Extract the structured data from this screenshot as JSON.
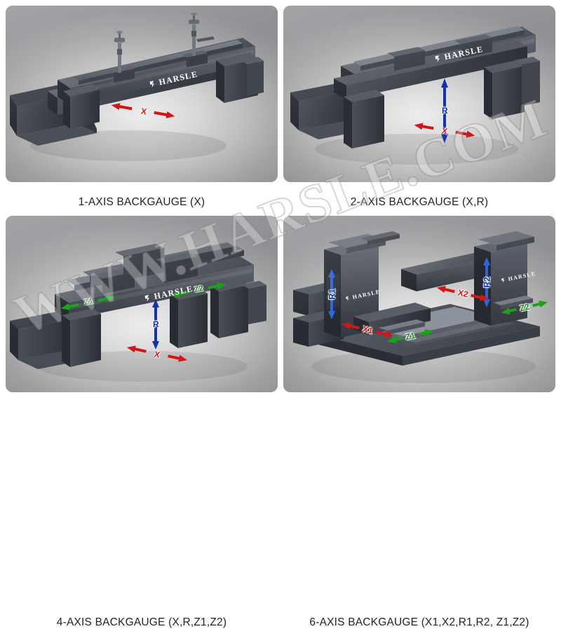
{
  "page": {
    "watermark": "WWW.HARSLE.COM",
    "brand": "HARSLE",
    "brand_mark_icon": "harsle-logo-icon",
    "background_color": "#ffffff",
    "panel_bg_light": "#ededed",
    "panel_bg_dark": "#909094",
    "metal_dark": "#31343b",
    "metal_mid": "#454a52",
    "metal_light": "#5b616b",
    "accent_red": "#d01616",
    "accent_blue": "#1433a8",
    "accent_green": "#1f8a1f"
  },
  "panels": [
    {
      "id": "panel-1-axis",
      "caption": "1-AXIS BACKGAUGE (X)",
      "axes": [
        {
          "name": "X",
          "label": "X",
          "color": "red",
          "orientation": "horizontal"
        }
      ]
    },
    {
      "id": "panel-2-axis",
      "caption": "2-AXIS BACKGAUGE (X,R)",
      "axes": [
        {
          "name": "R",
          "label": "R",
          "color": "blue",
          "orientation": "vertical"
        },
        {
          "name": "X",
          "label": "X",
          "color": "red",
          "orientation": "horizontal"
        }
      ]
    },
    {
      "id": "panel-4-axis",
      "caption": "4-AXIS BACKGAUGE (X,R,Z1,Z2)",
      "axes": [
        {
          "name": "Z1",
          "label": "Z1",
          "color": "green",
          "orientation": "horizontal"
        },
        {
          "name": "Z2",
          "label": "Z2",
          "color": "green",
          "orientation": "horizontal"
        },
        {
          "name": "R",
          "label": "R",
          "color": "blue",
          "orientation": "vertical"
        },
        {
          "name": "X",
          "label": "X",
          "color": "red",
          "orientation": "horizontal"
        }
      ]
    },
    {
      "id": "panel-6-axis",
      "caption": "6-AXIS BACKGAUGE (X1,X2,R1,R2, Z1,Z2)",
      "axes": [
        {
          "name": "R1",
          "label": "R1",
          "color": "blue",
          "orientation": "vertical"
        },
        {
          "name": "R2",
          "label": "R2",
          "color": "blue",
          "orientation": "vertical"
        },
        {
          "name": "X1",
          "label": "X1",
          "color": "red",
          "orientation": "horizontal"
        },
        {
          "name": "X2",
          "label": "X2",
          "color": "red",
          "orientation": "horizontal"
        },
        {
          "name": "Z1",
          "label": "Z1",
          "color": "green",
          "orientation": "horizontal"
        },
        {
          "name": "Z2",
          "label": "Z2",
          "color": "green",
          "orientation": "horizontal"
        }
      ]
    }
  ]
}
